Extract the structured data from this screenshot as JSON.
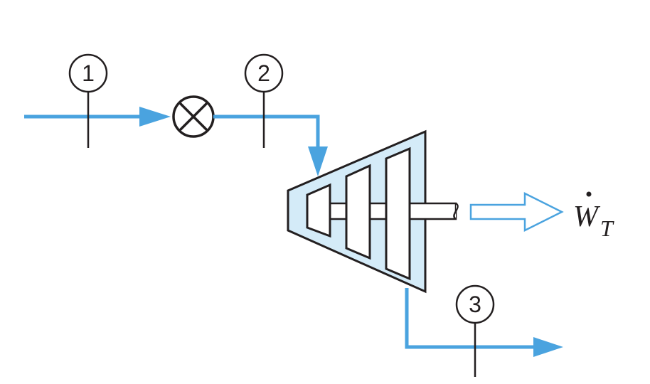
{
  "colors": {
    "flow": "#4aa3df",
    "fill": "#d4ebf8",
    "ink": "#231f20",
    "background": "#ffffff"
  },
  "states": [
    {
      "label": "1"
    },
    {
      "label": "2"
    },
    {
      "label": "3"
    }
  ],
  "work_output": {
    "symbol": "W",
    "subscript": "T"
  },
  "icons": {
    "valve": "throttling-valve-icon",
    "turbine": "turbine-icon",
    "work_arrow": "hollow-arrow-icon"
  }
}
